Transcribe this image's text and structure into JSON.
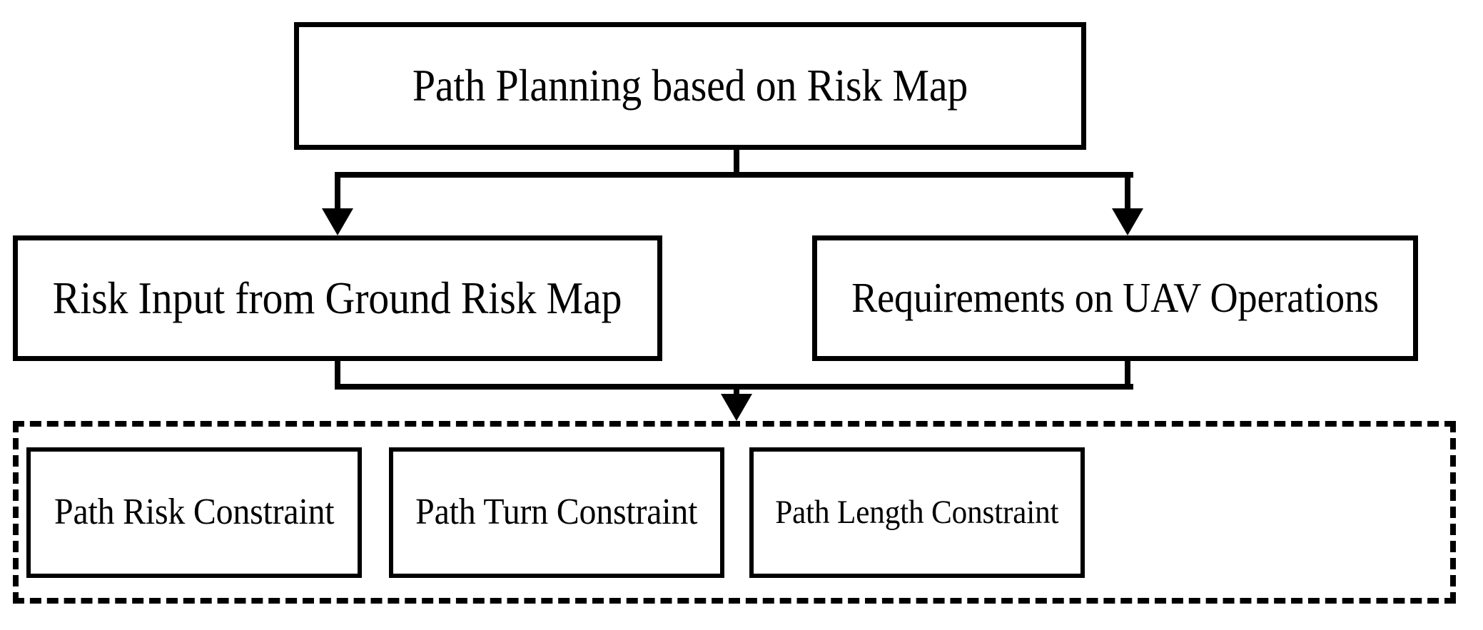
{
  "diagram": {
    "title": "Path Planning based on Risk Map",
    "type": "flowchart",
    "colors": {
      "line": "#000000",
      "box_fill": "#ffffff",
      "background": "#ffffff",
      "group_border": "#000000"
    },
    "nodes": {
      "root": {
        "label": "Path Planning based on Risk Map"
      },
      "risk_input": {
        "label": "Risk Input from Ground Risk Map"
      },
      "requirements": {
        "label": "Requirements on UAV Operations"
      }
    },
    "constraint_group": {
      "border_style": "dashed",
      "items": [
        {
          "label": "Path Risk Constraint"
        },
        {
          "label": "Path Turn Constraint"
        },
        {
          "label": "Path Length Constraint"
        }
      ]
    },
    "connectors": [
      {
        "from": "root",
        "to": "risk_input",
        "style": "arrow-down"
      },
      {
        "from": "root",
        "to": "requirements",
        "style": "arrow-down"
      },
      {
        "from": "risk_input",
        "to": "constraint_group",
        "style": "arrow-down-merge"
      },
      {
        "from": "requirements",
        "to": "constraint_group",
        "style": "arrow-down-merge"
      }
    ]
  }
}
